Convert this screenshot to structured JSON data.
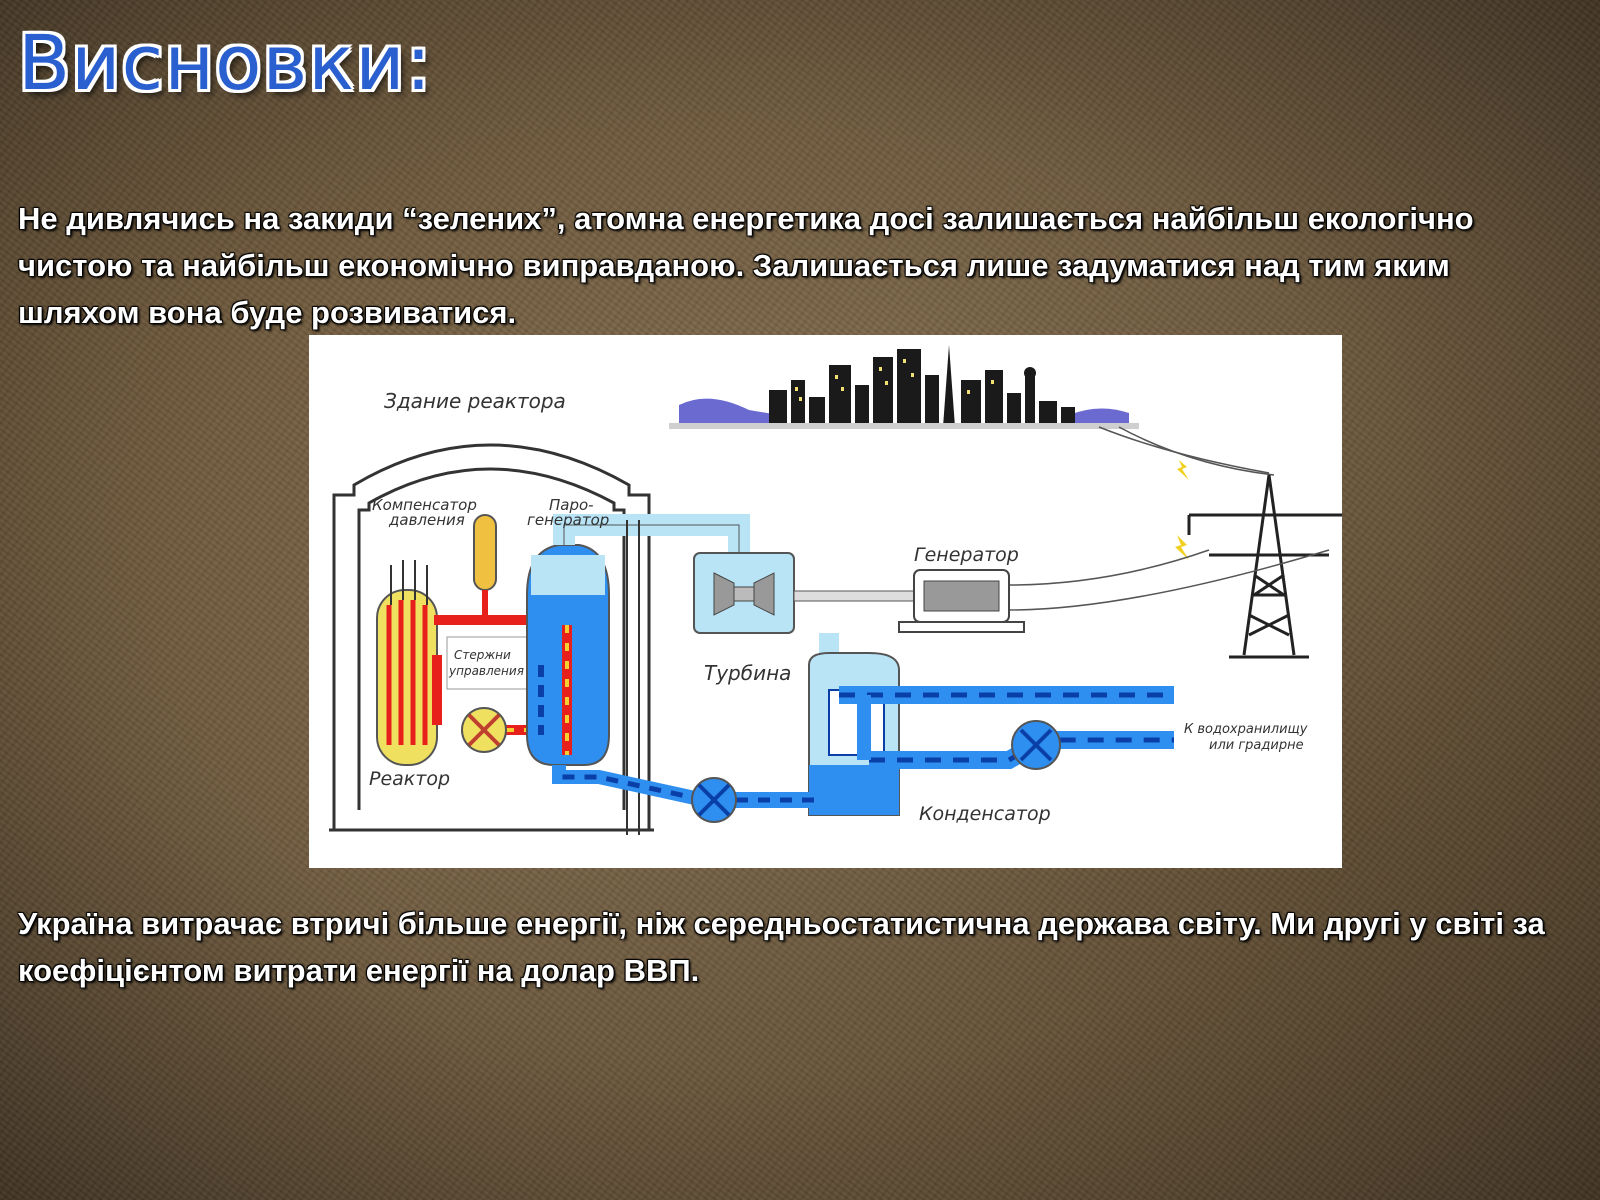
{
  "slide": {
    "title": "Висновки:",
    "paragraph_1": "Не дивлячись на закиди “зелених”,  атомна енергетика досі залишається найбільш екологічно чистою та найбільш економічно виправданою. Залишається лише задуматися над тим яким шляхом вона буде розвиватися.",
    "paragraph_2": "Україна витрачає втричі більше енергії, ніж середньостатистична держава світу. Ми другі у світі за коефіцієнтом витрати енергії на долар ВВП."
  },
  "diagram": {
    "labels": {
      "reactor_building": "Здание реактора",
      "pressurizer_line1": "Компенсатор",
      "pressurizer_line2": "давления",
      "steam_gen_line1": "Паро-",
      "steam_gen_line2": "генератор",
      "control_rods_line1": "Стержни",
      "control_rods_line2": "управления",
      "reactor": "Реактор",
      "turbine": "Турбина",
      "generator": "Генератор",
      "condenser": "Конденсатор",
      "reservoir_line1": "К водохранилищу",
      "reservoir_line2": "или градирне"
    },
    "colors": {
      "hot_loop": "#e8201c",
      "hot_dash": "#f5d030",
      "cold_water": "#2e8ff0",
      "cold_dash": "#0b3fa8",
      "steam": "#b8e4f6",
      "reactor_fill": "#f0e060",
      "title": "#2a5fd0"
    }
  }
}
